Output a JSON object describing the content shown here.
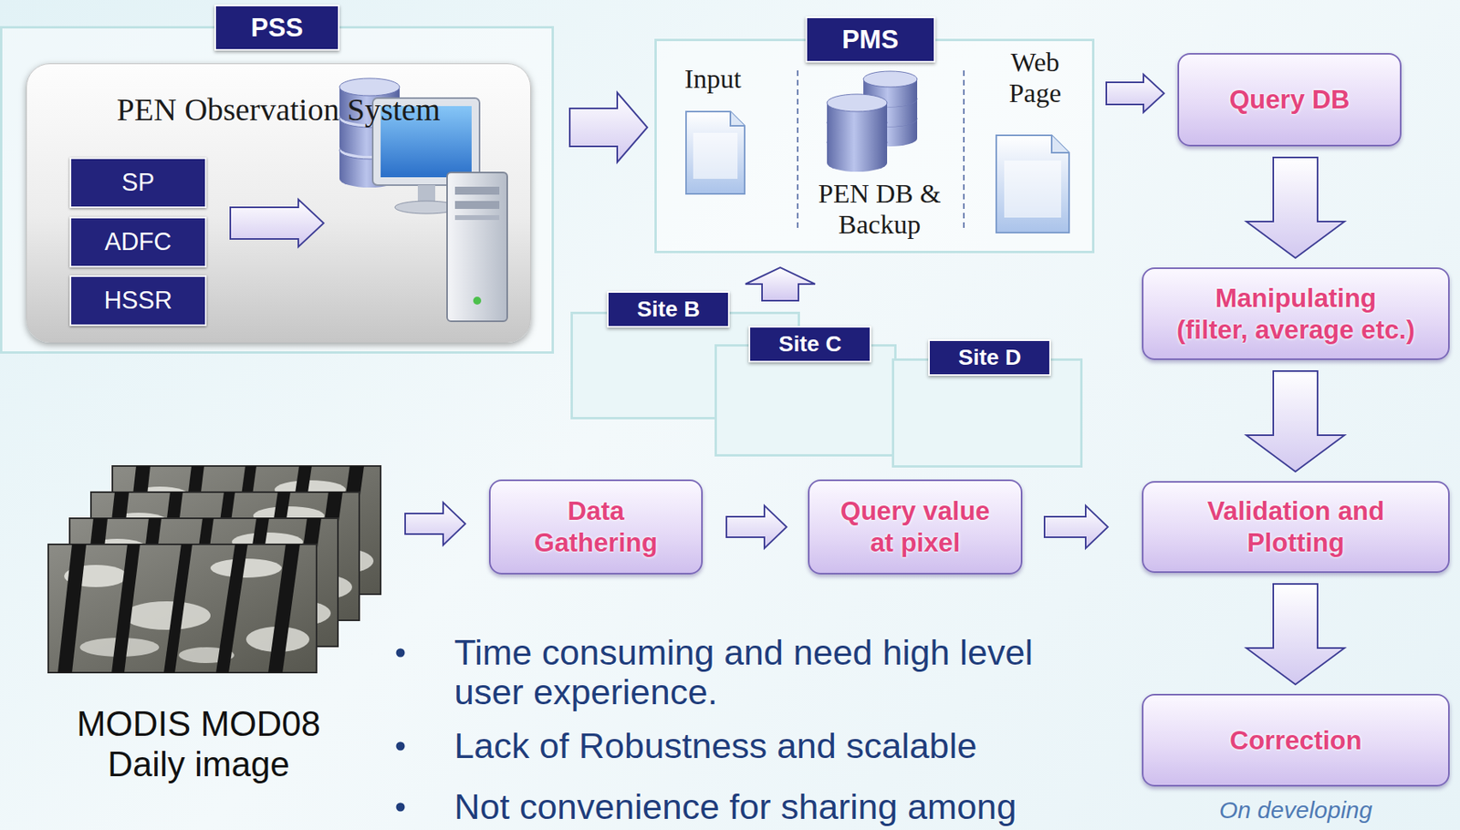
{
  "diagram": {
    "nodes": [
      {
        "text": [
          "PSS"
        ]
      },
      {
        "text": [
          "PEN Observation System"
        ],
        "in": 0
      },
      {
        "text": [
          "SP"
        ],
        "in": 1
      },
      {
        "text": [
          "ADFC"
        ],
        "in": 1
      },
      {
        "text": [
          "HSSR"
        ],
        "in": 1
      },
      {
        "text": [
          "PMS",
          "Input",
          "PEN DB & Backup",
          "Web Page"
        ]
      },
      {
        "text": [
          "Query DB"
        ]
      },
      {
        "text": [
          "Manipulating",
          "(filter, average etc.)"
        ]
      },
      {
        "text": [
          "Site B"
        ]
      },
      {
        "text": [
          "Site C"
        ]
      },
      {
        "text": [
          "Site D"
        ]
      },
      {
        "text": [
          "MODIS MOD08 Daily image"
        ]
      },
      {
        "text": [
          "Data Gathering"
        ]
      },
      {
        "text": [
          "Query value at pixel"
        ]
      },
      {
        "text": [
          "Validation and Plotting"
        ]
      },
      {
        "text": [
          "Correction"
        ]
      }
    ],
    "edges": [
      {
        "from": 0,
        "to": 5,
        "arrow": "to"
      },
      {
        "from": 8,
        "to": 5,
        "arrow": "to"
      },
      {
        "from": 5,
        "to": 6,
        "arrow": "to"
      },
      {
        "from": 6,
        "to": 7,
        "arrow": "to"
      },
      {
        "from": 7,
        "to": 14,
        "arrow": "to"
      },
      {
        "from": 14,
        "to": 15,
        "arrow": "to"
      },
      {
        "from": 11,
        "to": 12,
        "arrow": "to"
      },
      {
        "from": 12,
        "to": 13,
        "arrow": "to"
      },
      {
        "from": 13,
        "to": 14,
        "arrow": "to"
      }
    ],
    "labels": [
      "Time consuming and need high level user experience.",
      "Lack of Robustness and scalable",
      "Not convenience for sharing among",
      "On developing"
    ]
  }
}
